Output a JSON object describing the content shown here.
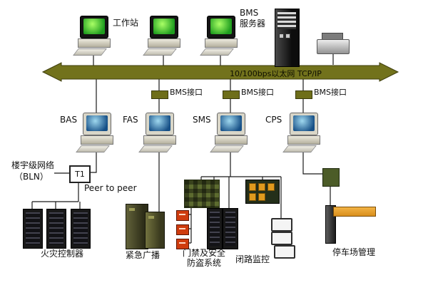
{
  "diagram": {
    "top_labels": {
      "workstation": "工作站",
      "server_line1": "BMS",
      "server_line2": "服务器"
    },
    "backbone": {
      "label": "10/100bps以太网  TCP/IP"
    },
    "interfaces": [
      {
        "label": "BMS接口"
      },
      {
        "label": "BMS接口"
      },
      {
        "label": "BMS接口"
      }
    ],
    "subsystems": [
      {
        "label": "BAS"
      },
      {
        "label": "FAS"
      },
      {
        "label": "SMS"
      },
      {
        "label": "CPS"
      }
    ],
    "left": {
      "bln_line1": "楼宇级网络",
      "bln_line2": "（BLN）",
      "t1": "T1",
      "peer": "Peer to peer"
    },
    "bottom_labels": {
      "fire": "火灾控制器",
      "broadcast": "紧急广播",
      "access_line1": "门禁及安全",
      "access_line2": "防盗系统",
      "cctv": "闭路监控",
      "parking": "停车场管理"
    },
    "colors": {
      "backbone": "#72721c",
      "iface_box": "#6e6e1a",
      "arm_orange": "#d98e1c",
      "alarm_red": "#cf3c0e",
      "panel_green": "#5c6b2f"
    }
  }
}
